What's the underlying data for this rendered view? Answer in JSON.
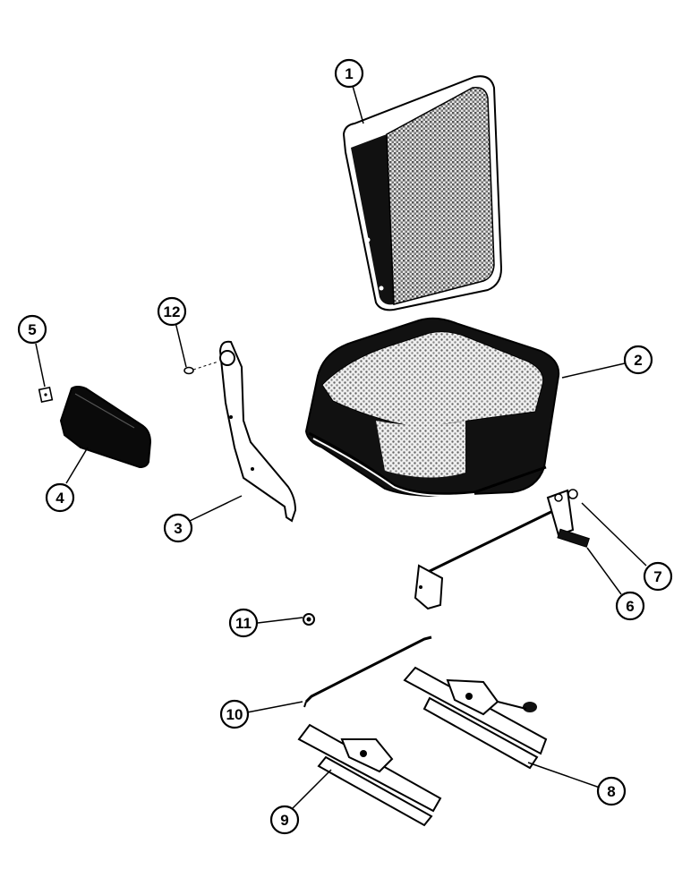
{
  "diagram": {
    "colors": {
      "ink": "#000000",
      "paper": "#ffffff",
      "fabric": "#c8c8c8"
    },
    "callouts": [
      {
        "id": "1",
        "label": "1"
      },
      {
        "id": "2",
        "label": "2"
      },
      {
        "id": "3",
        "label": "3"
      },
      {
        "id": "4",
        "label": "4"
      },
      {
        "id": "5",
        "label": "5"
      },
      {
        "id": "6",
        "label": "6"
      },
      {
        "id": "7",
        "label": "7"
      },
      {
        "id": "8",
        "label": "8"
      },
      {
        "id": "9",
        "label": "9"
      },
      {
        "id": "10",
        "label": "10"
      },
      {
        "id": "11",
        "label": "11"
      },
      {
        "id": "12",
        "label": "12"
      }
    ]
  }
}
